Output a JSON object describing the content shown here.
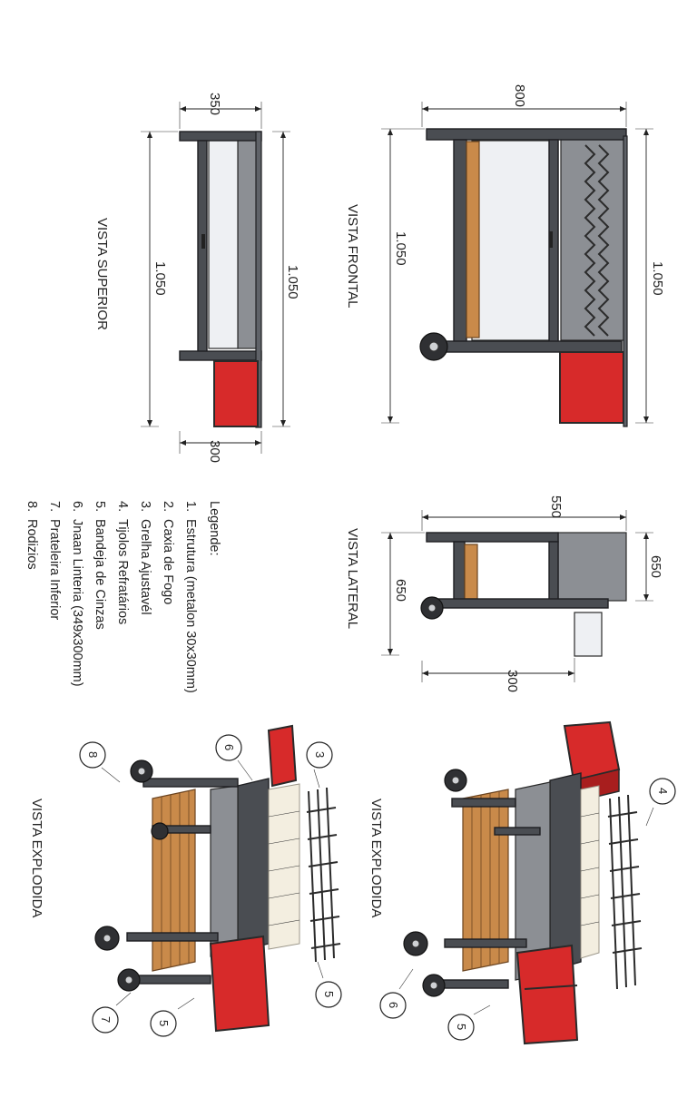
{
  "views": {
    "frontal": "VISTA FRONTAL",
    "superior": "VISTA SUPERIOR",
    "lateral": "VISTA LATERAL",
    "explodida_1": "VISTA EXPLODIDA",
    "explodida_2": "VISTA EXPLODIDA"
  },
  "dimensions": {
    "frontal_top": "800",
    "frontal_right": "1.050",
    "frontal_left": "1.050",
    "superior_top": "350",
    "superior_right": "1.050",
    "superior_left": "1.050",
    "superior_bottom": "300",
    "lateral_top": "550",
    "lateral_top_right": "650",
    "lateral_left": "650",
    "lateral_bottom": "300"
  },
  "legend": {
    "title": "Legende:",
    "items": [
      {
        "num": "1.",
        "text": "Estrutura (metalon 30x30mm)"
      },
      {
        "num": "2.",
        "text": "Caxia de Fogo"
      },
      {
        "num": "3.",
        "text": "Grelha Ajustavél"
      },
      {
        "num": "4.",
        "text": "Tijolos Refratários"
      },
      {
        "num": "5.",
        "text": "Bandeja de Cinzas"
      },
      {
        "num": "6.",
        "text": "Jnaan Linteria (349x300mm)"
      },
      {
        "num": "7.",
        "text": "Prateleira Inferior"
      },
      {
        "num": "8.",
        "text": "Rodizios"
      }
    ]
  },
  "callouts": {
    "upper": [
      "4",
      "6",
      "5"
    ],
    "lower": [
      "3",
      "6",
      "8",
      "5",
      "5",
      "7"
    ]
  },
  "colors": {
    "steel": "#4a4d52",
    "box_red": "#d72a2a",
    "wood": "#c98a4a",
    "firebrick": "#f3eee0"
  }
}
